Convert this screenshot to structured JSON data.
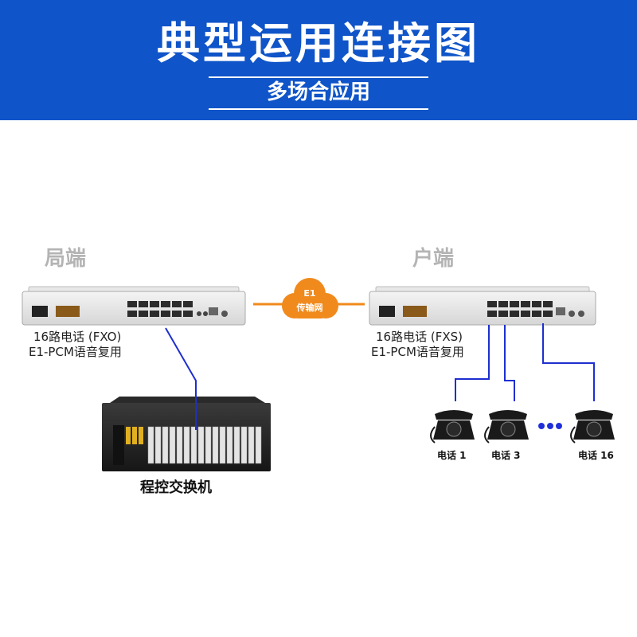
{
  "header": {
    "title": "典型运用连接图",
    "subtitle": "多场合应用"
  },
  "local": {
    "label": "局端",
    "device_line1": "16路电话 (FXO)",
    "device_line2": "E1-PCM语音复用"
  },
  "remote": {
    "label": "户端",
    "device_line1": "16路电话 (FXS)",
    "device_line2": "E1-PCM语音复用"
  },
  "network": {
    "line1": "E1",
    "line2": "传输网"
  },
  "pbx": {
    "label": "程控交换机"
  },
  "phones": [
    {
      "label": "电话 1"
    },
    {
      "label": "电话 3"
    },
    {
      "label": "电话 16"
    }
  ],
  "colors": {
    "header_bg": "#0f54c8",
    "link_orange": "#f08a1c",
    "wire_blue": "#1e2fd0"
  }
}
